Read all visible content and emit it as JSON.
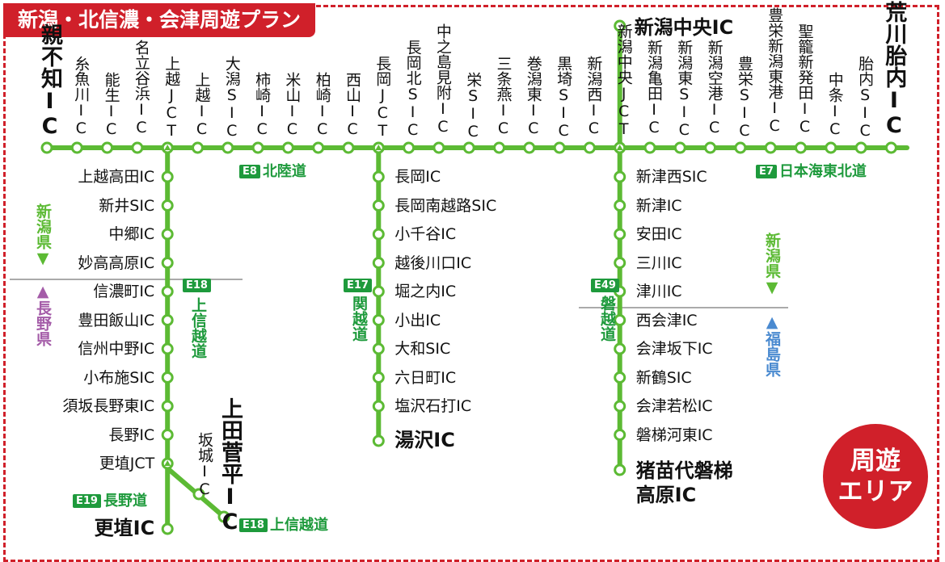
{
  "title": "新潟・北信濃・会津周遊プラン",
  "area_badge": {
    "line1": "周遊",
    "line2": "エリア"
  },
  "colors": {
    "route_green": "#5cba34",
    "label_green": "#1e9a3c",
    "frame_red": "#d0202a",
    "nagano_purple": "#a45ca8",
    "fukushima_blue": "#4a8ad0"
  },
  "top_stations": [
    "親不知IC",
    "糸魚川IC",
    "能生IC",
    "名立谷浜IC",
    "上越JCT",
    "上越IC",
    "大潟SIC",
    "柿崎IC",
    "米山IC",
    "柏崎IC",
    "西山IC",
    "長岡JCT",
    "長岡北SIC",
    "中之島見附IC",
    "栄SIC",
    "三条燕IC",
    "巻潟東IC",
    "黒埼SIC",
    "新潟西IC",
    "新潟中央JCT",
    "新潟亀田IC",
    "新潟東SIC",
    "新潟空港IC",
    "豊栄SIC",
    "豊栄新潟東港IC",
    "聖籠新発田IC",
    "中条IC",
    "胎内SIC",
    "荒川胎内IC"
  ],
  "niigata_chuo_top": "新潟中央IC",
  "left_branch": [
    "上越高田IC",
    "新井SIC",
    "中郷IC",
    "妙高高原IC",
    "信濃町IC",
    "豊田飯山IC",
    "信州中野IC",
    "小布施SIC",
    "須坂長野東IC",
    "長野IC",
    "更埴JCT"
  ],
  "left_end": "更埴IC",
  "sakaki": "坂城IC",
  "ueda": "上田菅平IC",
  "mid_branch": [
    "長岡IC",
    "長岡南越路SIC",
    "小千谷IC",
    "越後川口IC",
    "堀之内IC",
    "小出IC",
    "大和SIC",
    "六日町IC",
    "塩沢石打IC"
  ],
  "mid_end": "湯沢IC",
  "right_branch": [
    "新津西SIC",
    "新津IC",
    "安田IC",
    "三川IC",
    "津川IC",
    "西会津IC",
    "会津坂下IC",
    "新鶴SIC",
    "会津若松IC",
    "磐梯河東IC"
  ],
  "right_end": "猪苗代磐梯高原IC",
  "routes": {
    "e8": {
      "code": "E8",
      "name": "北陸道"
    },
    "e7": {
      "code": "E7",
      "name": "日本海東北道"
    },
    "e18": {
      "code": "E18",
      "name": "上信越道"
    },
    "e17": {
      "code": "E17",
      "name": "関越道"
    },
    "e49": {
      "code": "E49",
      "name": "磐越道"
    },
    "e19": {
      "code": "E19",
      "name": "長野道"
    },
    "e18b": {
      "code": "E18",
      "name": "上信越道"
    }
  },
  "prefectures": {
    "niigata_left": "新潟県▼",
    "nagano": "▲長野県",
    "niigata_right": "新潟県▼",
    "fukushima": "▲福島県"
  }
}
